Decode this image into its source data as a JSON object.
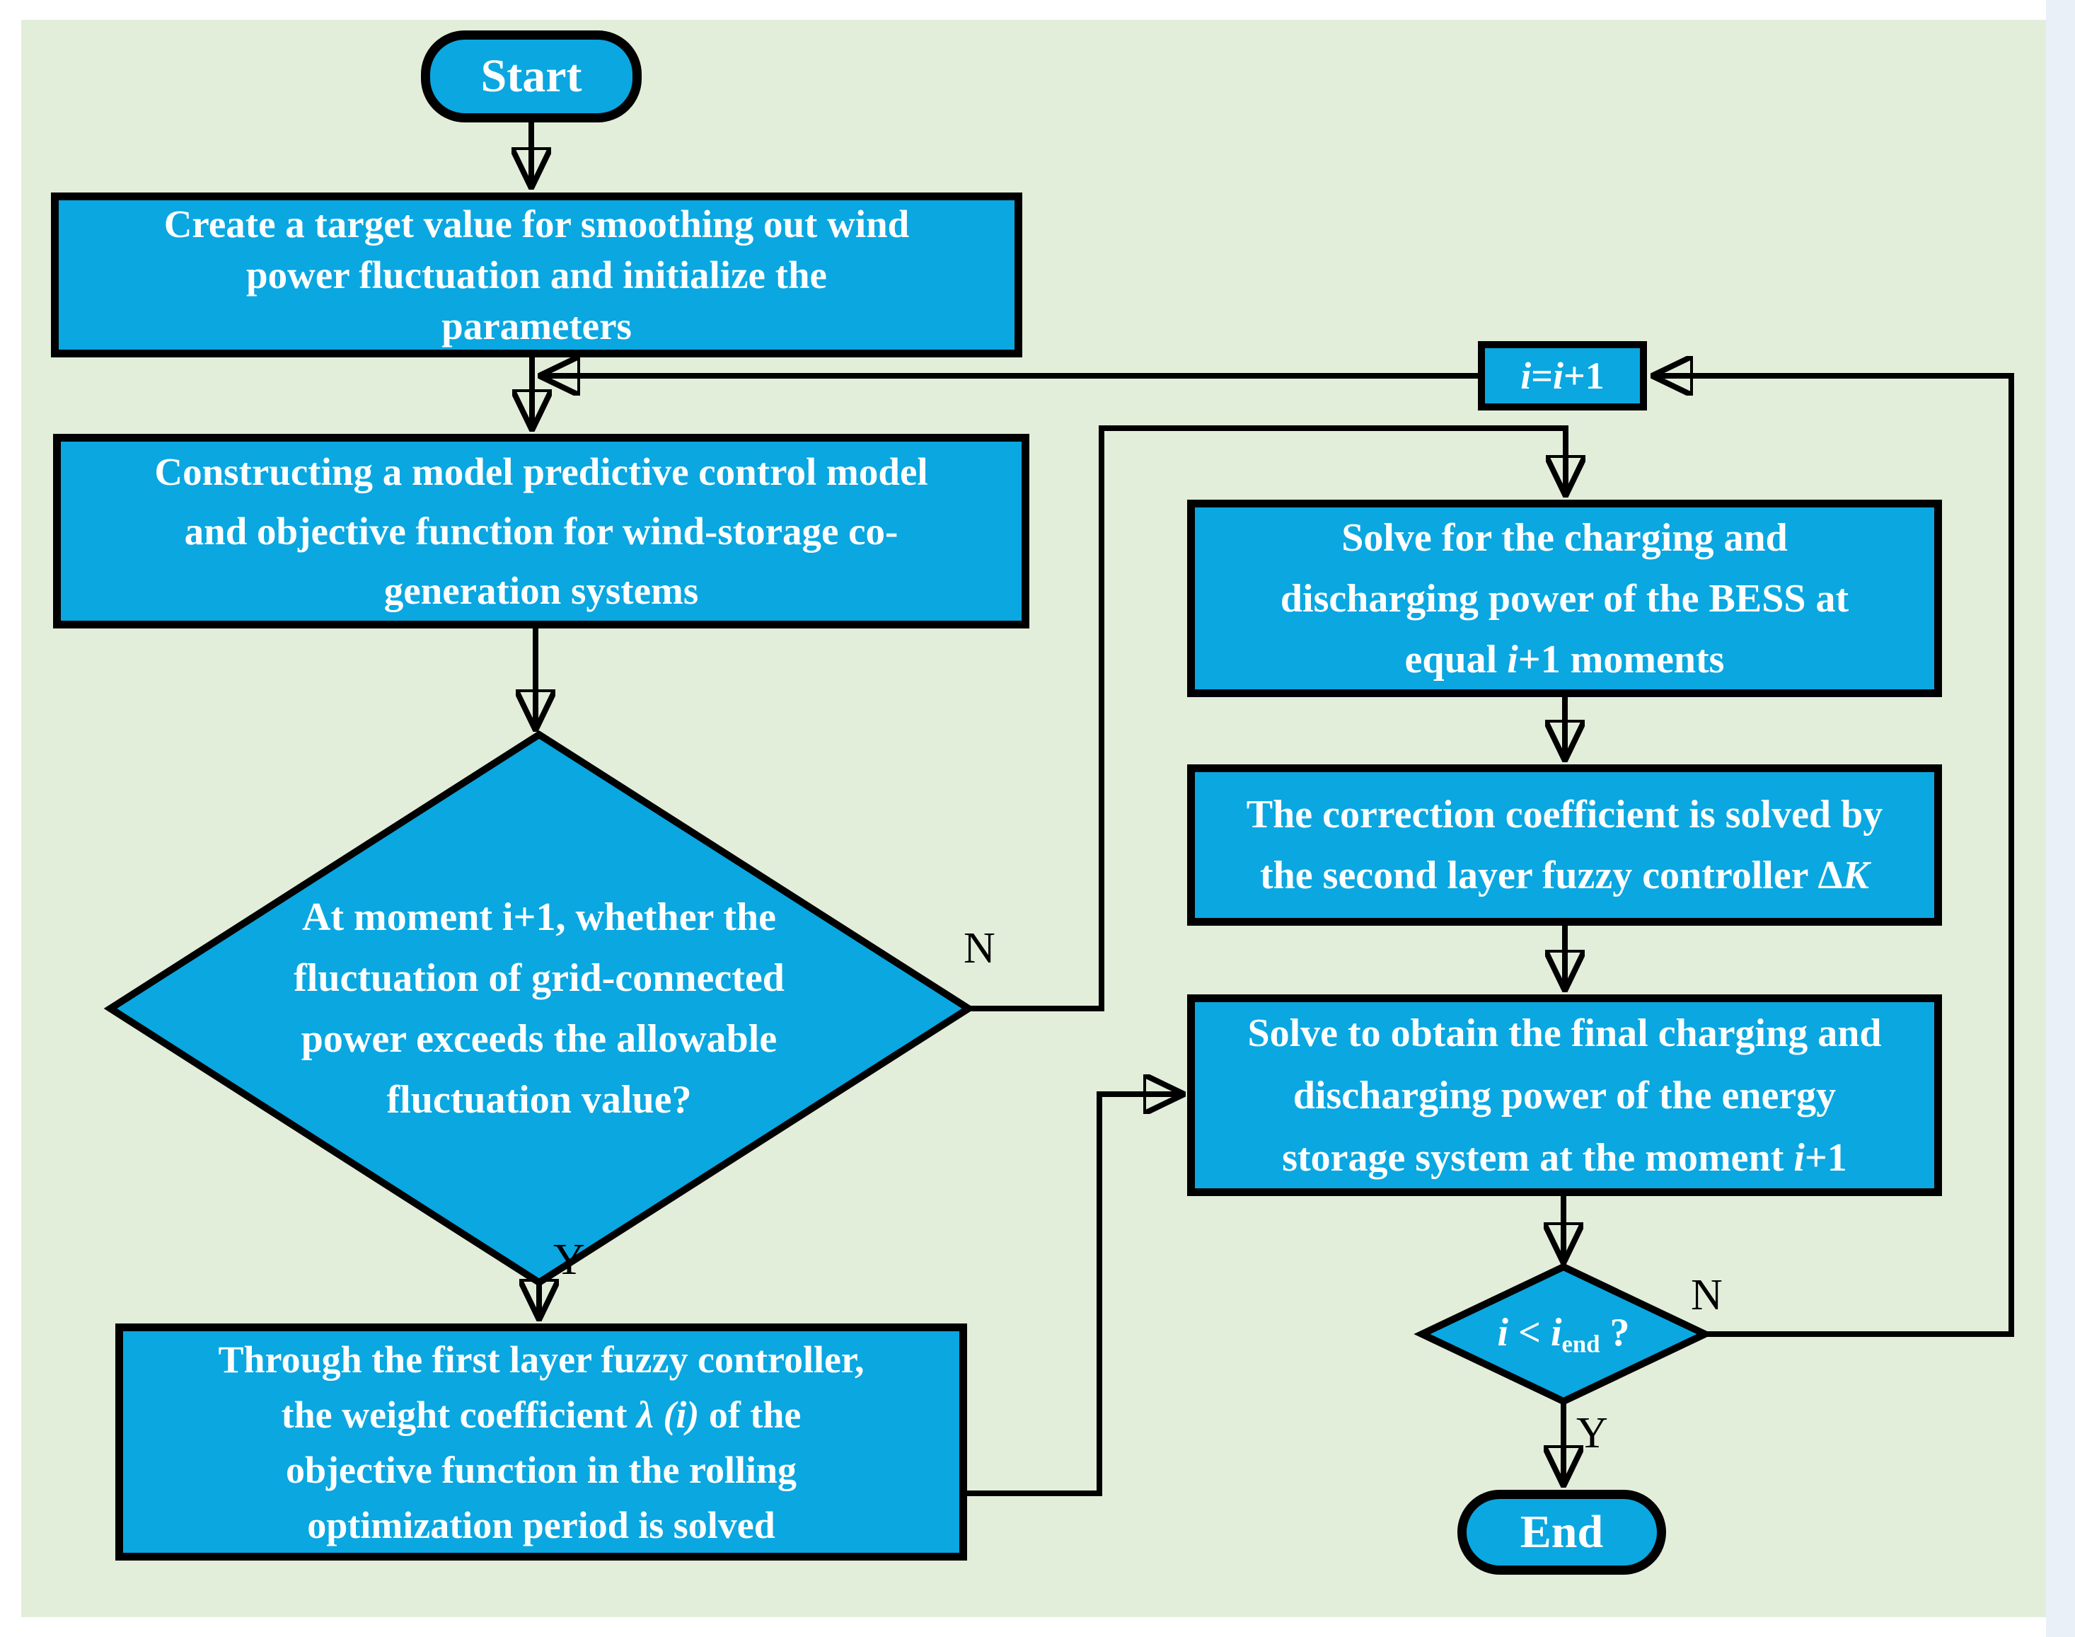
{
  "theme": {
    "node-fill": "#0aa7e1",
    "node-text": "#ffffff",
    "line": "#000000",
    "canvas": "#e2eeda",
    "page": "#ffffff",
    "right-strip": "#eaf0f8"
  },
  "nodes": {
    "start": {
      "label": "Start"
    },
    "init": {
      "lines": [
        "Create a target value for smoothing out wind",
        "power fluctuation and initialize the",
        "parameters"
      ]
    },
    "mpc": {
      "lines": [
        "Constructing a model predictive control model",
        "and objective function for wind-storage co-",
        "generation systems"
      ]
    },
    "decision1": {
      "lines": [
        "At moment i+1, whether the",
        "fluctuation of grid-connected",
        "power exceeds the allowable",
        "fluctuation value?"
      ]
    },
    "fuzzy1": {
      "l1": "Through the first layer fuzzy controller,",
      "l2a": "the weight coefficient ",
      "l2b": "λ (i)",
      "l2c": " of the",
      "l3": "objective function in the rolling",
      "l4": "optimization period is solved"
    },
    "increment": {
      "i1": "i",
      "eq": "=",
      "i2": "i",
      "plus": "+1"
    },
    "bess": {
      "l1": "Solve for the charging and",
      "l2": "discharging power of the BESS at",
      "l3a": "equal ",
      "l3b": "i",
      "l3c": "+1 moments"
    },
    "fuzzy2": {
      "l1": "The correction coefficient is solved by",
      "l2a": "the second layer fuzzy controller ",
      "l2b": "Δ",
      "l2c": "K"
    },
    "final": {
      "l1": "Solve to obtain the final charging and",
      "l2": "discharging power of the energy",
      "l3a": "storage system at the moment ",
      "l3b": "i",
      "l3c": "+1"
    },
    "decision2": {
      "i1": "i",
      "cmp": " < ",
      "i2": "i",
      "sub": "end",
      "q": " ?"
    },
    "end": {
      "label": "End"
    }
  },
  "labels": {
    "d1_no": "N",
    "d1_yes": "Y",
    "d2_no": "N",
    "d2_yes": "Y"
  }
}
